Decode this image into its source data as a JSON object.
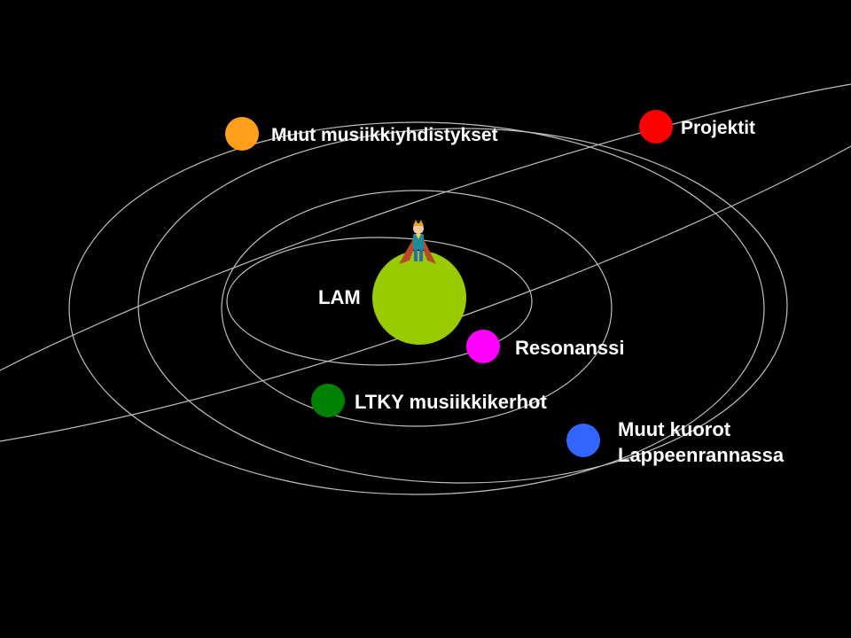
{
  "colors": {
    "background": "#000000",
    "orbit": "#bfbfbf",
    "center": "#99cc00",
    "label": "#ffffff"
  },
  "center": {
    "label": "LAM",
    "color": "#99cc00",
    "figure_icon": "little-prince-figure-icon"
  },
  "planets": [
    {
      "id": "muut-musiikkiyhdistykset",
      "label": "Muut musiikkiyhdistykset",
      "color": "#ff9f1c"
    },
    {
      "id": "projektit",
      "label": "Projektit",
      "color": "#ff0000"
    },
    {
      "id": "resonanssi",
      "label": "Resonanssi",
      "color": "#ff00ff"
    },
    {
      "id": "ltky-musiikkikerhot",
      "label": "LTKY musiikkikerhot",
      "color": "#008000"
    },
    {
      "id": "muut-kuorot",
      "label": "Muut kuorot",
      "label_line2": "Lappeenrannassa",
      "color": "#3366ff"
    }
  ]
}
